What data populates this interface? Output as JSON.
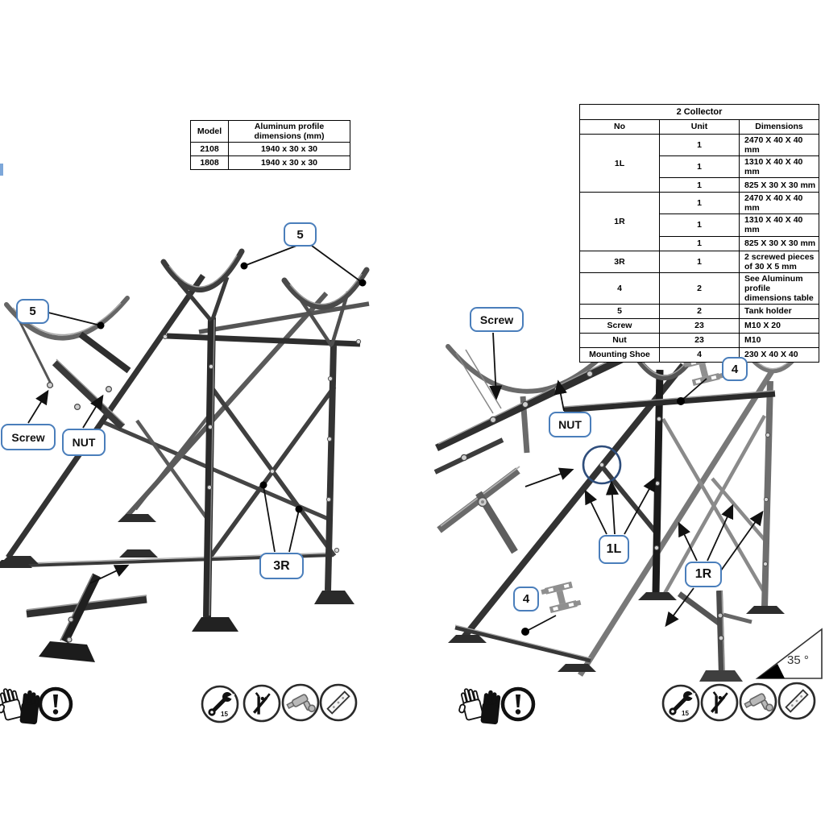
{
  "colors": {
    "callout_border": "#4a7ebb",
    "frame_dark": "#333333",
    "frame_gray": "#777777",
    "highlight_circle_blue": "#2e4d7b"
  },
  "left_table": {
    "header_model": "Model",
    "header_dims": "Aluminum profile dimensions (mm)",
    "rows": [
      [
        "2108",
        "1940 x 30 x 30"
      ],
      [
        "1808",
        "1940 x 30 x 30"
      ]
    ]
  },
  "right_table": {
    "title": "2 Collector",
    "col_no": "No",
    "col_unit": "Unit",
    "col_dims": "Dimensions",
    "group_1l": {
      "no": "1L",
      "rows": [
        [
          "1",
          "2470 X  40 X 40 mm"
        ],
        [
          "1",
          "1310 X  40 X 40 mm"
        ],
        [
          "1",
          "825 X  30 X 30 mm"
        ]
      ]
    },
    "group_1r": {
      "no": "1R",
      "rows": [
        [
          "1",
          "2470 X  40 X 40 mm"
        ],
        [
          "1",
          "1310 X  40 X 40 mm"
        ],
        [
          "1",
          "825 X  30 X 30 mm"
        ]
      ]
    },
    "rows": [
      [
        "3R",
        "1",
        "2 screwed pieces of  30 X 5 mm"
      ],
      [
        "4",
        "2",
        "See Aluminum profile dimensions  table"
      ],
      [
        "5",
        "2",
        "Tank holder"
      ],
      [
        "Screw",
        "23",
        "M10 X 20"
      ],
      [
        "Nut",
        "23",
        "M10"
      ],
      [
        "Mounting Shoe",
        "4",
        "230 X  40 X 40"
      ]
    ]
  },
  "callouts": {
    "left_five_top": "5",
    "left_five_inset": "5",
    "left_screw": "Screw",
    "left_nut": "NUT",
    "left_3r": "3R",
    "right_screw": "Screw",
    "right_nut": "NUT",
    "right_four_top": "4",
    "right_1l": "1L",
    "right_1r": "1R",
    "right_four_bottom": "4"
  },
  "angle_label": "35 °",
  "tools": {
    "wrench_size": "15"
  }
}
